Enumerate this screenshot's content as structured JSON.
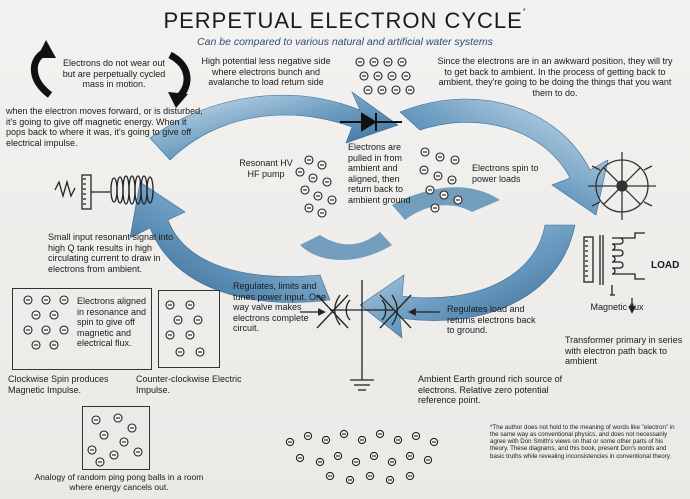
{
  "title": "PERPETUAL ELECTRON CYCLE",
  "title_mark": "*",
  "subtitle": "Can be compared to various natural and artificial water systems",
  "notes": {
    "wear": "Electrons do not wear out but are perpetually cycled mass in motion.",
    "high_potential": "High potential less negative side where electrons bunch and avalanche to load return side",
    "awkward": "Since the electrons are in an awkward position, they will try to get back to ambient. In the process of getting back to ambient, they're going to be doing the things that you want them to do.",
    "moves_forward": "when the electron moves forward, or is disturbed, it's going to give off magnetic energy. When it pops back to where it was, it's going to give off electrical impulse.",
    "small_input": "Small input resonant signal into high Q tank results in high circulating current to draw in electrons from ambient.",
    "regulates_limits": "Regulates, limits and tunes power input. One way valve makes electrons complete circuit.",
    "regulates_load": "Regulates load and returns electrons back to ground.",
    "transformer": "Transformer primary in series with electron path back to ambient",
    "aligned": "Electrons aligned in resonance and spin to give off magnetic and electrical flux.",
    "ambient_earth": "Ambient Earth ground rich source of electrons. Relative zero potential reference point.",
    "ping_pong": "Analogy of random ping pong balls in a room where energy cancels out."
  },
  "labels": {
    "resonant_pump": "Resonant HV HF pump",
    "pulled_in": "Electrons are pulled in from ambient and aligned, then return back to ambient ground",
    "spin_power": "Electrons spin to power loads",
    "load": "LOAD",
    "magnetic_flux": "Magnetic flux",
    "clockwise": "Clockwise Spin produces Magnetic Impulse.",
    "counter_clockwise": "Counter-clockwise Electric Impulse."
  },
  "footnote": "*The author does not hold to the meaning of words like \"electron\" in the same way as conventional physics, and does not necessarily agree with Don Smith's views on that or some other parts of his theory. These diagrams, and this book, present Don's words and basic truths while revealing inconsistencies in conventional theory."
}
